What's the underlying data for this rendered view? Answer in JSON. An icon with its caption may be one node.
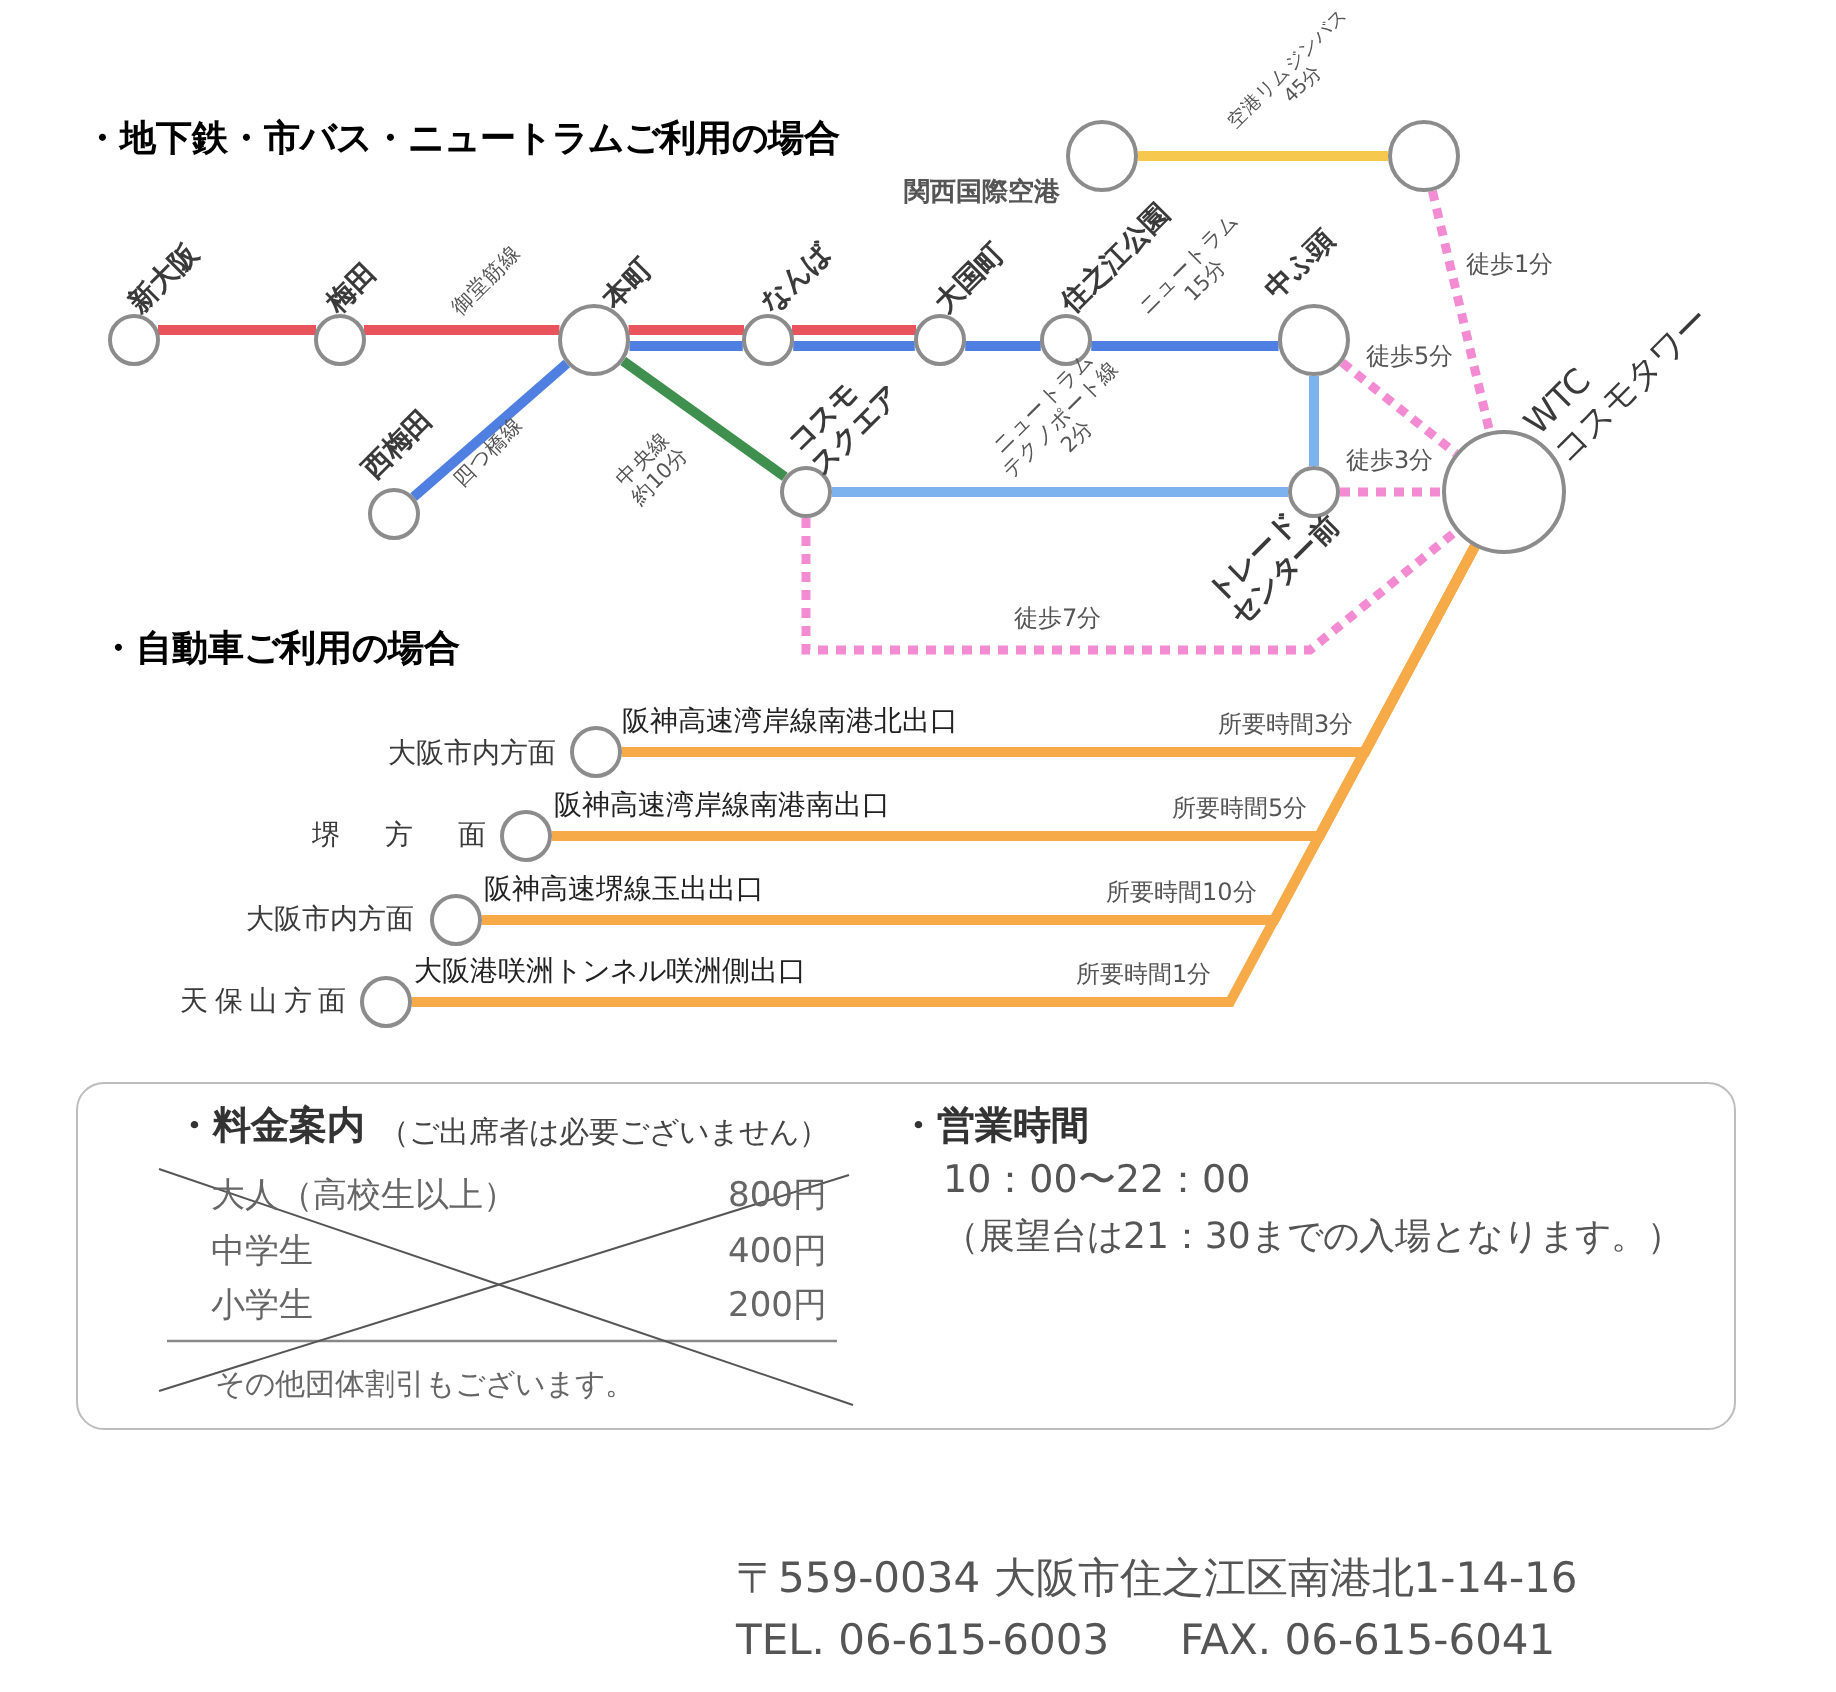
{
  "diagram": {
    "nodes": [
      {
        "text": [
          "関西国際空港"
        ]
      },
      {
        "text": [],
        "shape": "circle"
      },
      {
        "text": [
          "新大阪"
        ]
      },
      {
        "text": [
          "梅田"
        ]
      },
      {
        "text": [
          "本町"
        ]
      },
      {
        "text": [
          "なんば"
        ]
      },
      {
        "text": [
          "大国町"
        ]
      },
      {
        "text": [
          "住之江公園"
        ]
      },
      {
        "text": [
          "中ふ頭"
        ]
      },
      {
        "text": [
          "西梅田"
        ]
      },
      {
        "text": [
          "コスモスクエア"
        ]
      },
      {
        "text": [
          "トレードセンター前"
        ]
      },
      {
        "text": [
          "WTCコスモタワー"
        ]
      },
      {
        "text": [
          "阪神高速湾岸線南港北出口"
        ],
        "beside": [
          "大阪市内方面"
        ]
      },
      {
        "text": [
          "阪神高速湾岸線南港南出口"
        ],
        "beside": [
          "堺方面"
        ]
      },
      {
        "text": [
          "阪神高速堺線玉出出口"
        ],
        "beside": [
          "大阪市内方面"
        ]
      },
      {
        "text": [
          "大阪港咲洲トンネル咲洲側出口"
        ],
        "beside": [
          "天保山方面"
        ]
      },
      {
        "text": [
          "・料金案内",
          "（ご出席者は必要ございません）",
          "大人（高校生以上）",
          "800円",
          "中学生",
          "400円",
          "小学生",
          "200円",
          "その他団体割引もございます。",
          "・営業時間",
          "10：00〜22：00",
          "（展望台は21：30までの入場となります。）"
        ]
      }
    ],
    "edges": [
      {
        "from": 0,
        "to": 1,
        "arrow": "none",
        "label": "空港リムジンバス45分",
        "color": "#f6c94e"
      },
      {
        "from": 2,
        "to": 3,
        "arrow": "none",
        "color": "#e8545c"
      },
      {
        "from": 3,
        "to": 4,
        "arrow": "none",
        "label": "御堂筋線",
        "color": "#e8545c"
      },
      {
        "from": 4,
        "to": 5,
        "arrow": "none",
        "color": "#e8545c"
      },
      {
        "from": 5,
        "to": 6,
        "arrow": "none",
        "color": "#e8545c"
      },
      {
        "from": 9,
        "to": 4,
        "arrow": "none",
        "label": "四つ橋線",
        "color": "#4f7fe0"
      },
      {
        "from": 4,
        "to": 5,
        "arrow": "none",
        "color": "#4f7fe0"
      },
      {
        "from": 5,
        "to": 6,
        "arrow": "none",
        "color": "#4f7fe0"
      },
      {
        "from": 6,
        "to": 7,
        "arrow": "none",
        "color": "#4f7fe0"
      },
      {
        "from": 7,
        "to": 8,
        "arrow": "none",
        "label": "ニュートラム15分",
        "color": "#4f7fe0"
      },
      {
        "from": 4,
        "to": 10,
        "arrow": "none",
        "label": "中央線約10分",
        "color": "#3f8f4f"
      },
      {
        "from": 10,
        "to": 11,
        "arrow": "none",
        "label": "ニュートラムテクノポート線2分",
        "color": "#7cb2ee"
      },
      {
        "from": 8,
        "to": 11,
        "arrow": "none",
        "color": "#7cb2ee"
      },
      {
        "from": 1,
        "to": 12,
        "arrow": "none",
        "label": "徒歩1分",
        "style": "dashed",
        "color": "#f28bd2"
      },
      {
        "from": 8,
        "to": 12,
        "arrow": "none",
        "label": "徒歩5分",
        "style": "dashed",
        "color": "#f28bd2"
      },
      {
        "from": 11,
        "to": 12,
        "arrow": "none",
        "label": "徒歩3分",
        "style": "dashed",
        "color": "#f28bd2"
      },
      {
        "from": 10,
        "to": 12,
        "arrow": "none",
        "label": "徒歩7分",
        "style": "dashed",
        "color": "#f28bd2"
      },
      {
        "from": 13,
        "to": 12,
        "arrow": "none",
        "label": "所要時間3分",
        "color": "#f6aa48"
      },
      {
        "from": 14,
        "to": 12,
        "arrow": "none",
        "label": "所要時間5分",
        "color": "#f6aa48"
      },
      {
        "from": 15,
        "to": 12,
        "arrow": "none",
        "label": "所要時間10分",
        "color": "#f6aa48"
      },
      {
        "from": 16,
        "to": 12,
        "arrow": "none",
        "label": "所要時間1分",
        "color": "#f6aa48"
      }
    ],
    "labels": [
      "・地下鉄・市バス・ニュートラムご利用の場合",
      "・自動車ご利用の場合",
      "〒559-0034 大阪市住之江区南港北1-14-16",
      "TEL. 06-615-6003",
      "FAX. 06-615-6041"
    ]
  }
}
